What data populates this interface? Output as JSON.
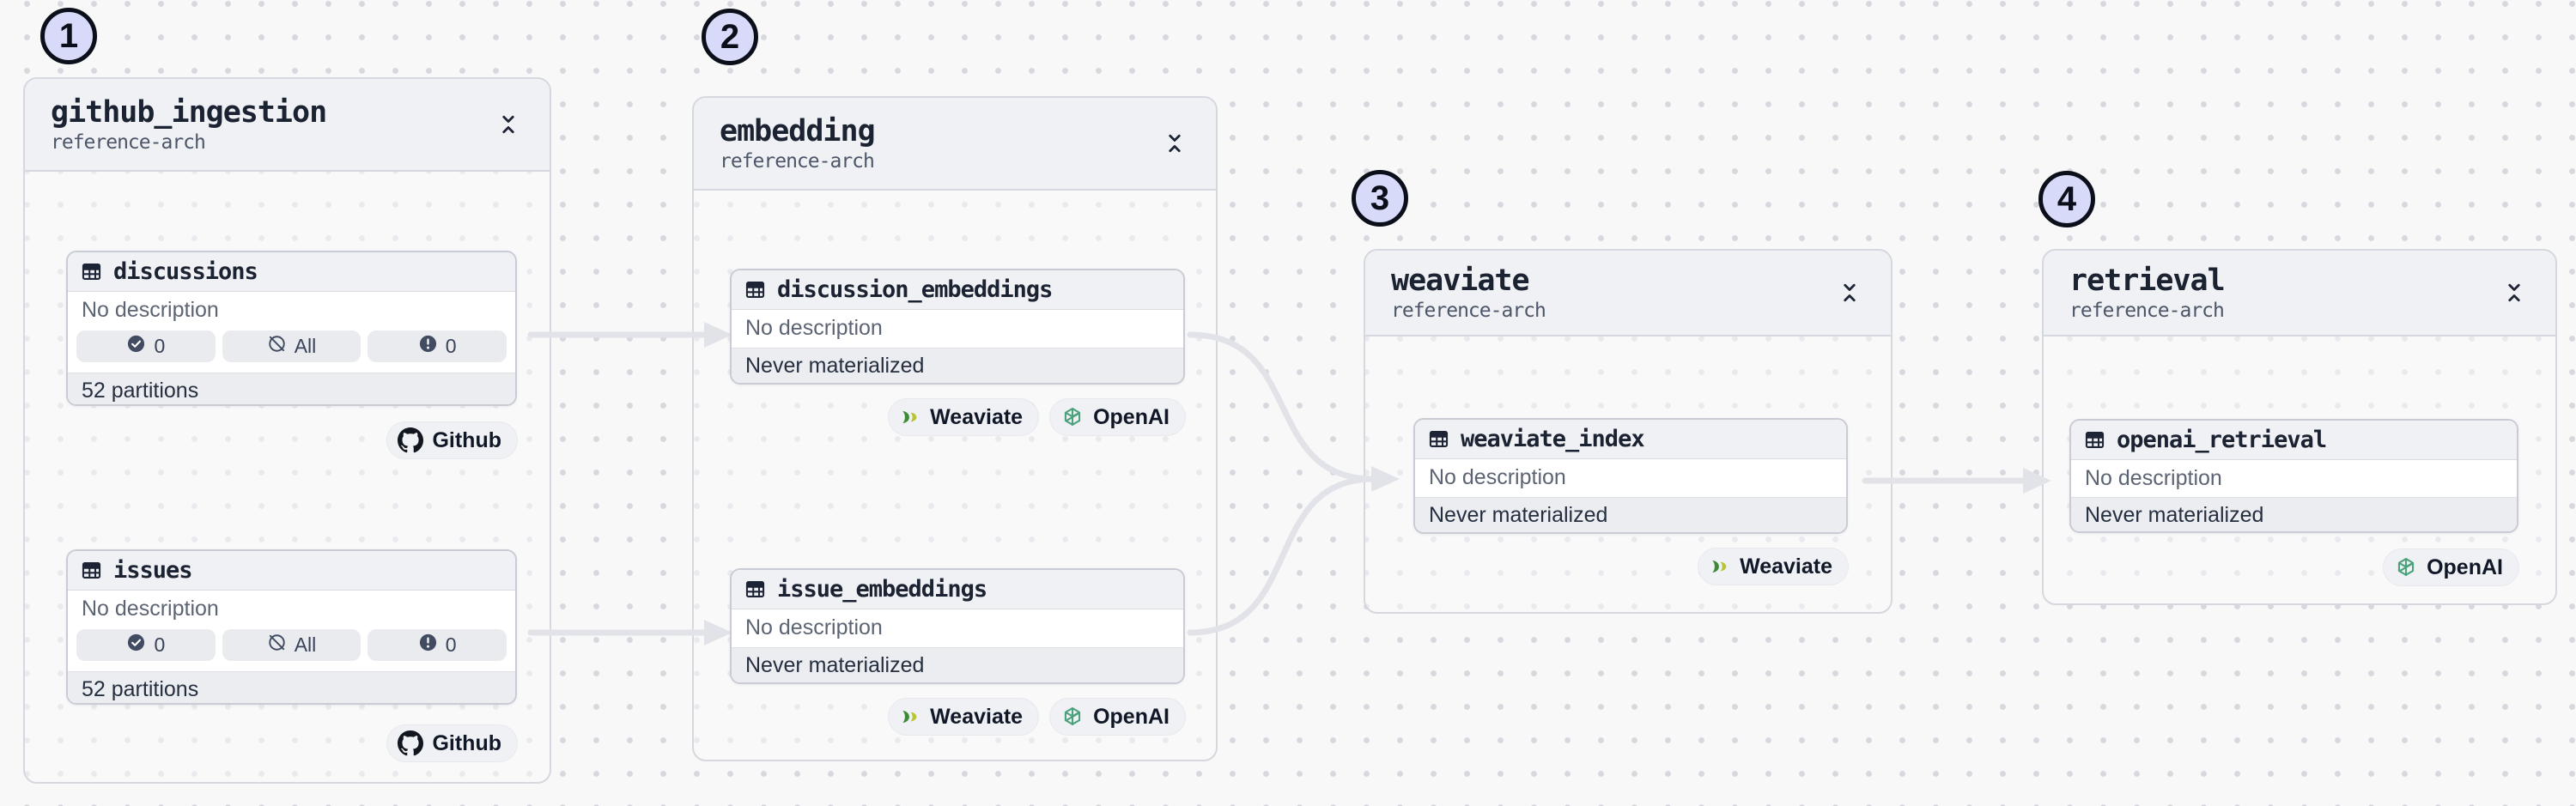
{
  "colors": {
    "step_circle_fill": "#d7daf8",
    "edge": "#e2e3e8",
    "node_header_bg": "#f0f1f4",
    "footer_bg": "#ebedf1",
    "weaviate_green": "#3d8b37",
    "weaviate_yellow": "#b9c432",
    "openai_green": "#4ba27c"
  },
  "groups": [
    {
      "number": "1",
      "title": "github_ingestion",
      "subtitle": "reference-arch",
      "nodes": [
        {
          "name": "discussions",
          "description": "No description",
          "badges": [
            {
              "icon": "check-circle-icon",
              "label": "0"
            },
            {
              "icon": "slash-circle-icon",
              "label": "All"
            },
            {
              "icon": "alert-circle-icon",
              "label": "0"
            }
          ],
          "footer": "52 partitions",
          "tags": [
            {
              "icon": "github-icon",
              "label": "Github"
            }
          ]
        },
        {
          "name": "issues",
          "description": "No description",
          "badges": [
            {
              "icon": "check-circle-icon",
              "label": "0"
            },
            {
              "icon": "slash-circle-icon",
              "label": "All"
            },
            {
              "icon": "alert-circle-icon",
              "label": "0"
            }
          ],
          "footer": "52 partitions",
          "tags": [
            {
              "icon": "github-icon",
              "label": "Github"
            }
          ]
        }
      ]
    },
    {
      "number": "2",
      "title": "embedding",
      "subtitle": "reference-arch",
      "nodes": [
        {
          "name": "discussion_embeddings",
          "description": "No description",
          "footer": "Never materialized",
          "tags": [
            {
              "icon": "weaviate-icon",
              "label": "Weaviate"
            },
            {
              "icon": "openai-icon",
              "label": "OpenAI"
            }
          ]
        },
        {
          "name": "issue_embeddings",
          "description": "No description",
          "footer": "Never materialized",
          "tags": [
            {
              "icon": "weaviate-icon",
              "label": "Weaviate"
            },
            {
              "icon": "openai-icon",
              "label": "OpenAI"
            }
          ]
        }
      ]
    },
    {
      "number": "3",
      "title": "weaviate",
      "subtitle": "reference-arch",
      "nodes": [
        {
          "name": "weaviate_index",
          "description": "No description",
          "footer": "Never materialized",
          "tags": [
            {
              "icon": "weaviate-icon",
              "label": "Weaviate"
            }
          ]
        }
      ]
    },
    {
      "number": "4",
      "title": "retrieval",
      "subtitle": "reference-arch",
      "nodes": [
        {
          "name": "openai_retrieval",
          "description": "No description",
          "footer": "Never materialized",
          "tags": [
            {
              "icon": "openai-icon",
              "label": "OpenAI"
            }
          ]
        }
      ]
    }
  ]
}
